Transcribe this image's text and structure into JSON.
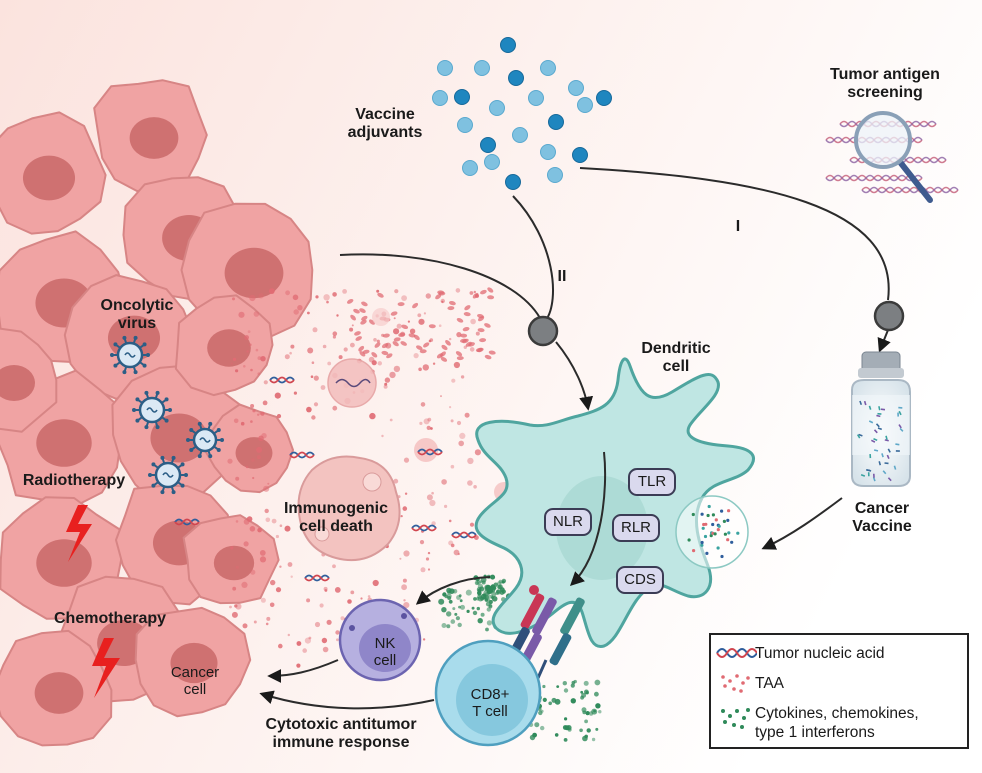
{
  "labels": {
    "vaccine_adjuvants": [
      "Vaccine",
      "adjuvants"
    ],
    "tumor_antigen_screening": [
      "Tumor antigen",
      "screening"
    ],
    "roman_I": "I",
    "roman_II": "II",
    "oncolytic_virus": [
      "Oncolytic",
      "virus"
    ],
    "radiotherapy": "Radiotherapy",
    "chemotherapy": "Chemotherapy",
    "immunogenic_cell_death": [
      "Immunogenic",
      "cell death"
    ],
    "dendritic_cell": [
      "Dendritic",
      "cell"
    ],
    "cancer_vaccine": [
      "Cancer",
      "Vaccine"
    ],
    "nk_cell": [
      "NK",
      "cell"
    ],
    "cd8_t_cell": [
      "CD8+",
      "T cell"
    ],
    "cancer_cell": [
      "Cancer",
      "cell"
    ],
    "cytotoxic_response": [
      "Cytotoxic antitumor",
      "immune response"
    ]
  },
  "receptors": [
    "TLR",
    "NLR",
    "RLR",
    "CDS"
  ],
  "legend": {
    "items": [
      {
        "label": "Tumor nucleic acid",
        "icon": "dna-helix-icon"
      },
      {
        "label": "TAA",
        "icon": "red-dots-icon"
      },
      {
        "label": "Cytokines, chemokines,",
        "label2": "type 1 interferons",
        "icon": "green-dots-icon"
      }
    ]
  },
  "colors": {
    "cancer_cell": "#f0a3a3",
    "cancer_cell_nucleus": "#c96868",
    "dendritic_cell": "#bfe6e3",
    "dendritic_outline": "#4fa59f",
    "nk_cell": "#b6b0e0",
    "t_cell": "#a9dcec",
    "virus": "#2c5e86",
    "adjuvant": "#3a98c9",
    "taa": "#e06b73",
    "cytokine": "#2f8a5a",
    "lightning": "#e8201f",
    "node": "#7c7f82"
  }
}
